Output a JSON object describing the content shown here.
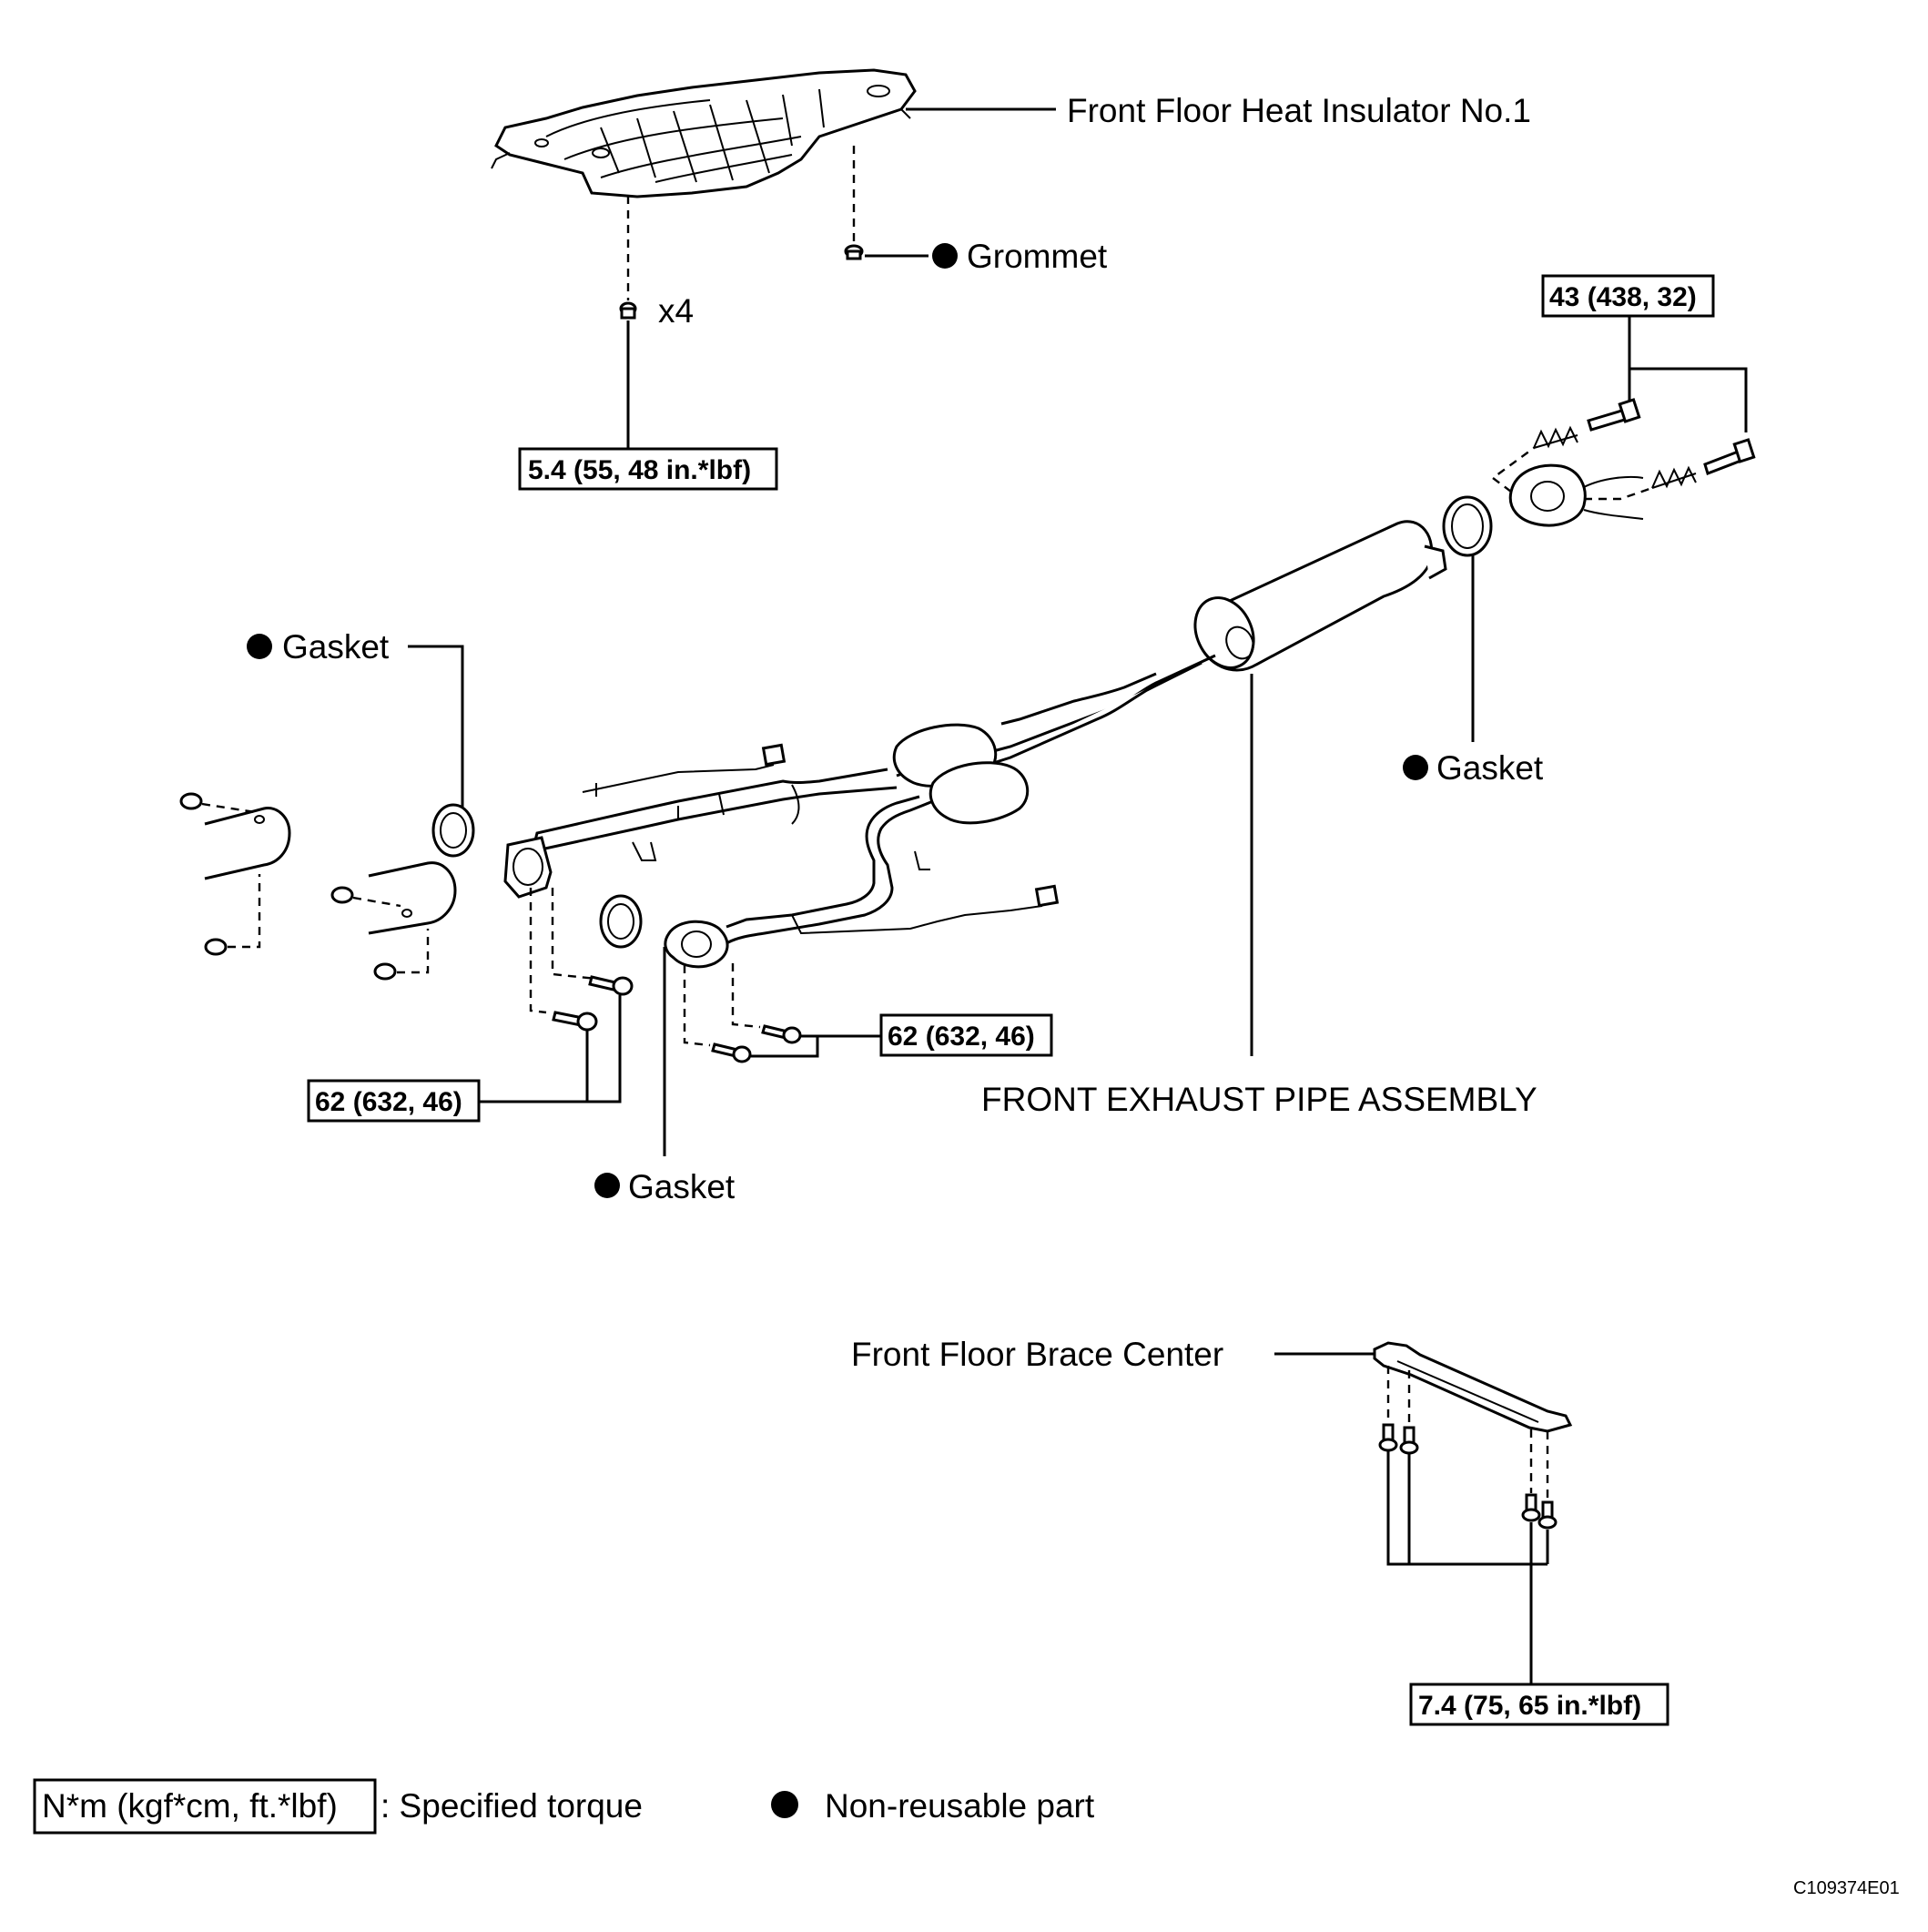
{
  "labels": {
    "heat_insulator": "Front Floor Heat Insulator No.1",
    "grommet": "Grommet",
    "x4": "x4",
    "gasket_left": "Gasket",
    "gasket_right": "Gasket",
    "gasket_bottom": "Gasket",
    "front_exhaust_pipe": "FRONT EXHAUST PIPE ASSEMBLY",
    "front_floor_brace": "Front Floor Brace Center"
  },
  "torques": {
    "insulator": "5.4 (55, 48 in.*lbf)",
    "rear_flange": "43 (438, 32)",
    "front_right": "62 (632, 46)",
    "front_left": "62 (632, 46)",
    "brace": "7.4 (75, 65 in.*lbf)"
  },
  "legend": {
    "torque_box": "N*m (kgf*cm, ft.*lbf)",
    "torque_text": ": Specified torque",
    "nonreusable_text": "Non-reusable part"
  },
  "figure_code": "C109374E01"
}
